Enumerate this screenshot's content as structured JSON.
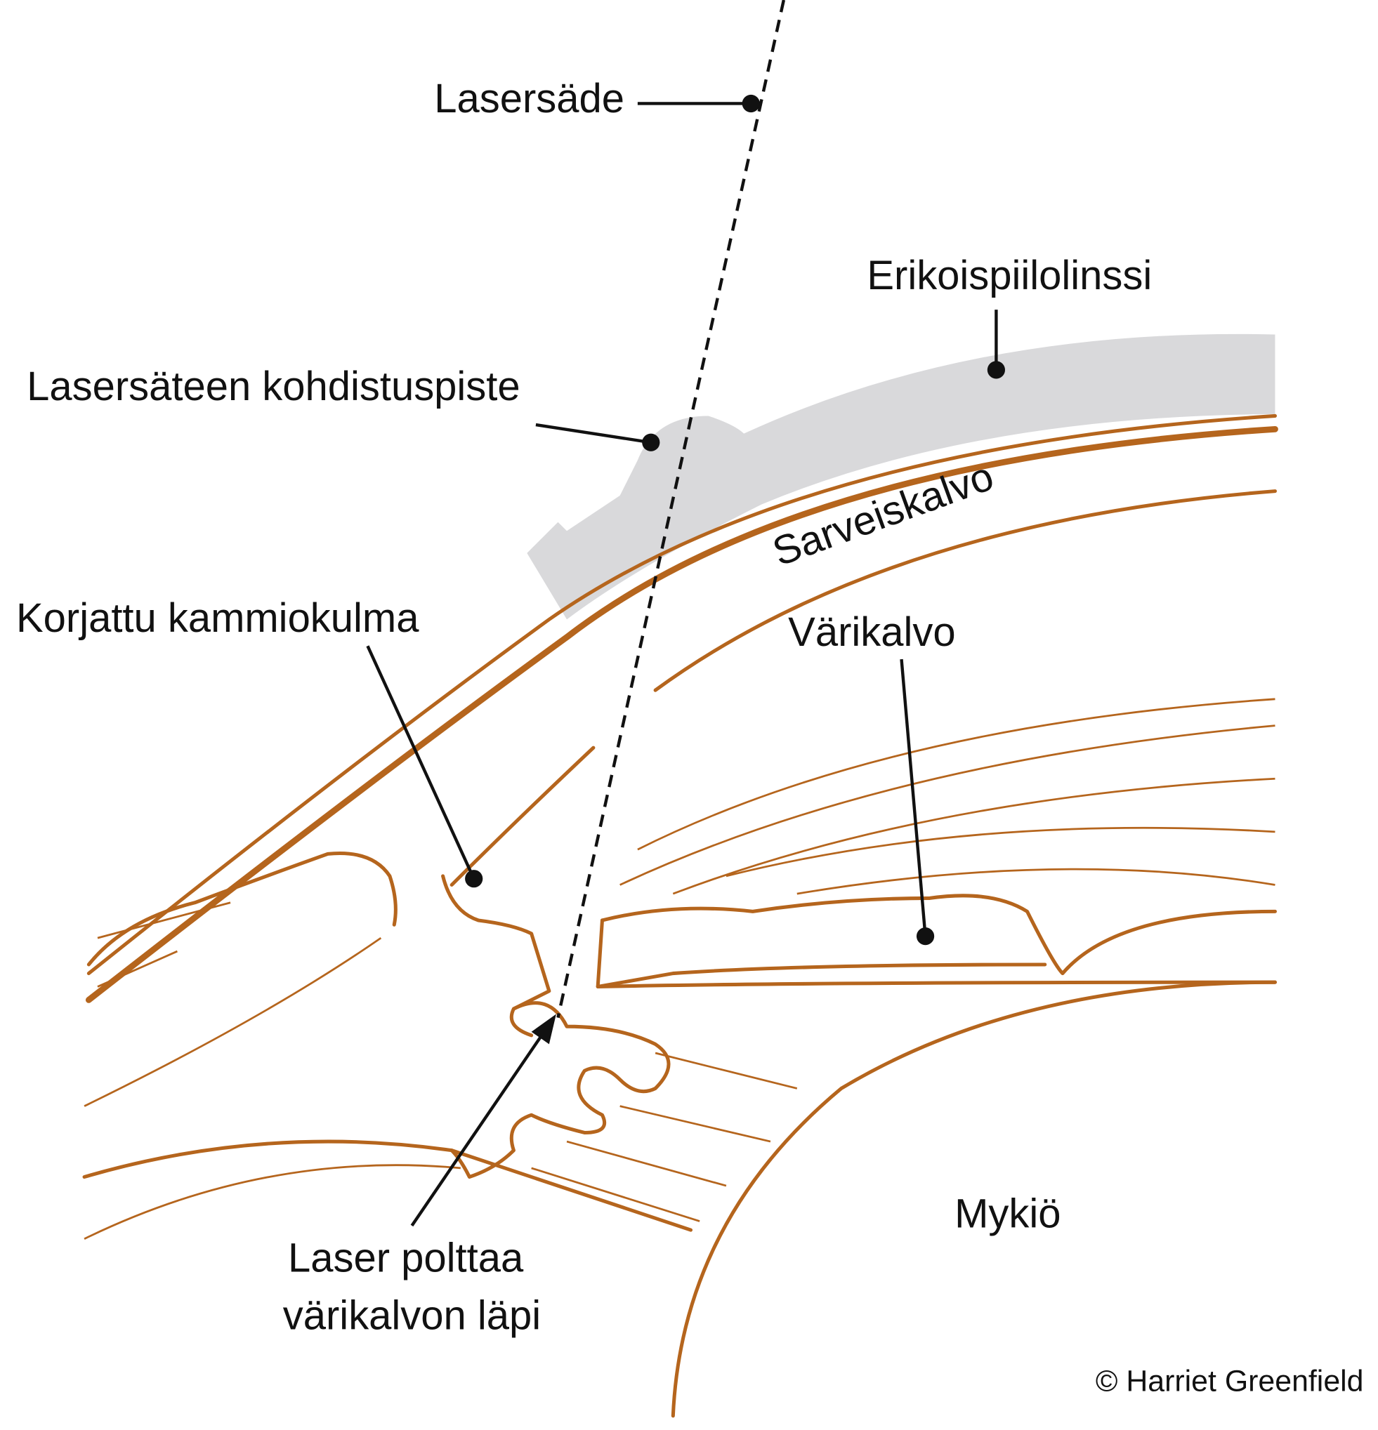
{
  "labels": {
    "laser_beam": "Lasersäde",
    "special_lens": "Erikoispiilolinssi",
    "focus_point": "Lasersäteen kohdistuspiste",
    "cornea": "Sarveiskalvo",
    "corrected_angle": "Korjattu kammiokulma",
    "iris": "Värikalvo",
    "laser_burns_line1": "Laser polttaa",
    "laser_burns_line2": "värikalvon läpi",
    "lens": "Mykiö"
  },
  "credit": "© Harriet Greenfield",
  "colors": {
    "tissue": "#b5651d",
    "contact_lens": "#d9d9db",
    "leader": "#111111"
  }
}
